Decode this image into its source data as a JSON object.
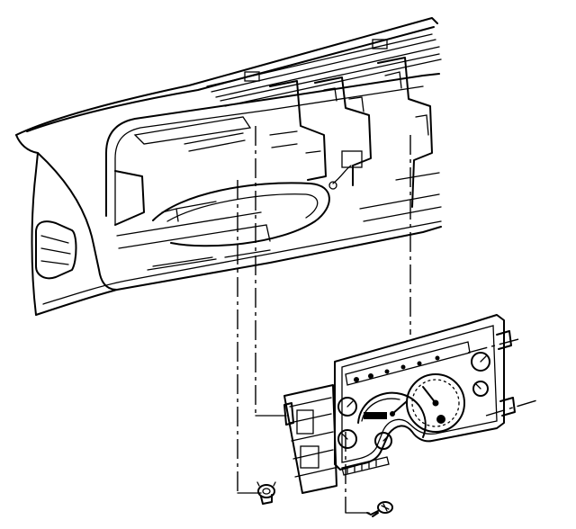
{
  "diagram": {
    "parts": [
      {
        "id": "instrument-panel",
        "label": ""
      },
      {
        "id": "instrument-cluster",
        "label": ""
      },
      {
        "id": "cluster-retainer-clip",
        "label": ""
      },
      {
        "id": "cluster-mounting-screw",
        "label": ""
      }
    ],
    "colors": {
      "line": "#000000",
      "background": "#ffffff"
    }
  }
}
